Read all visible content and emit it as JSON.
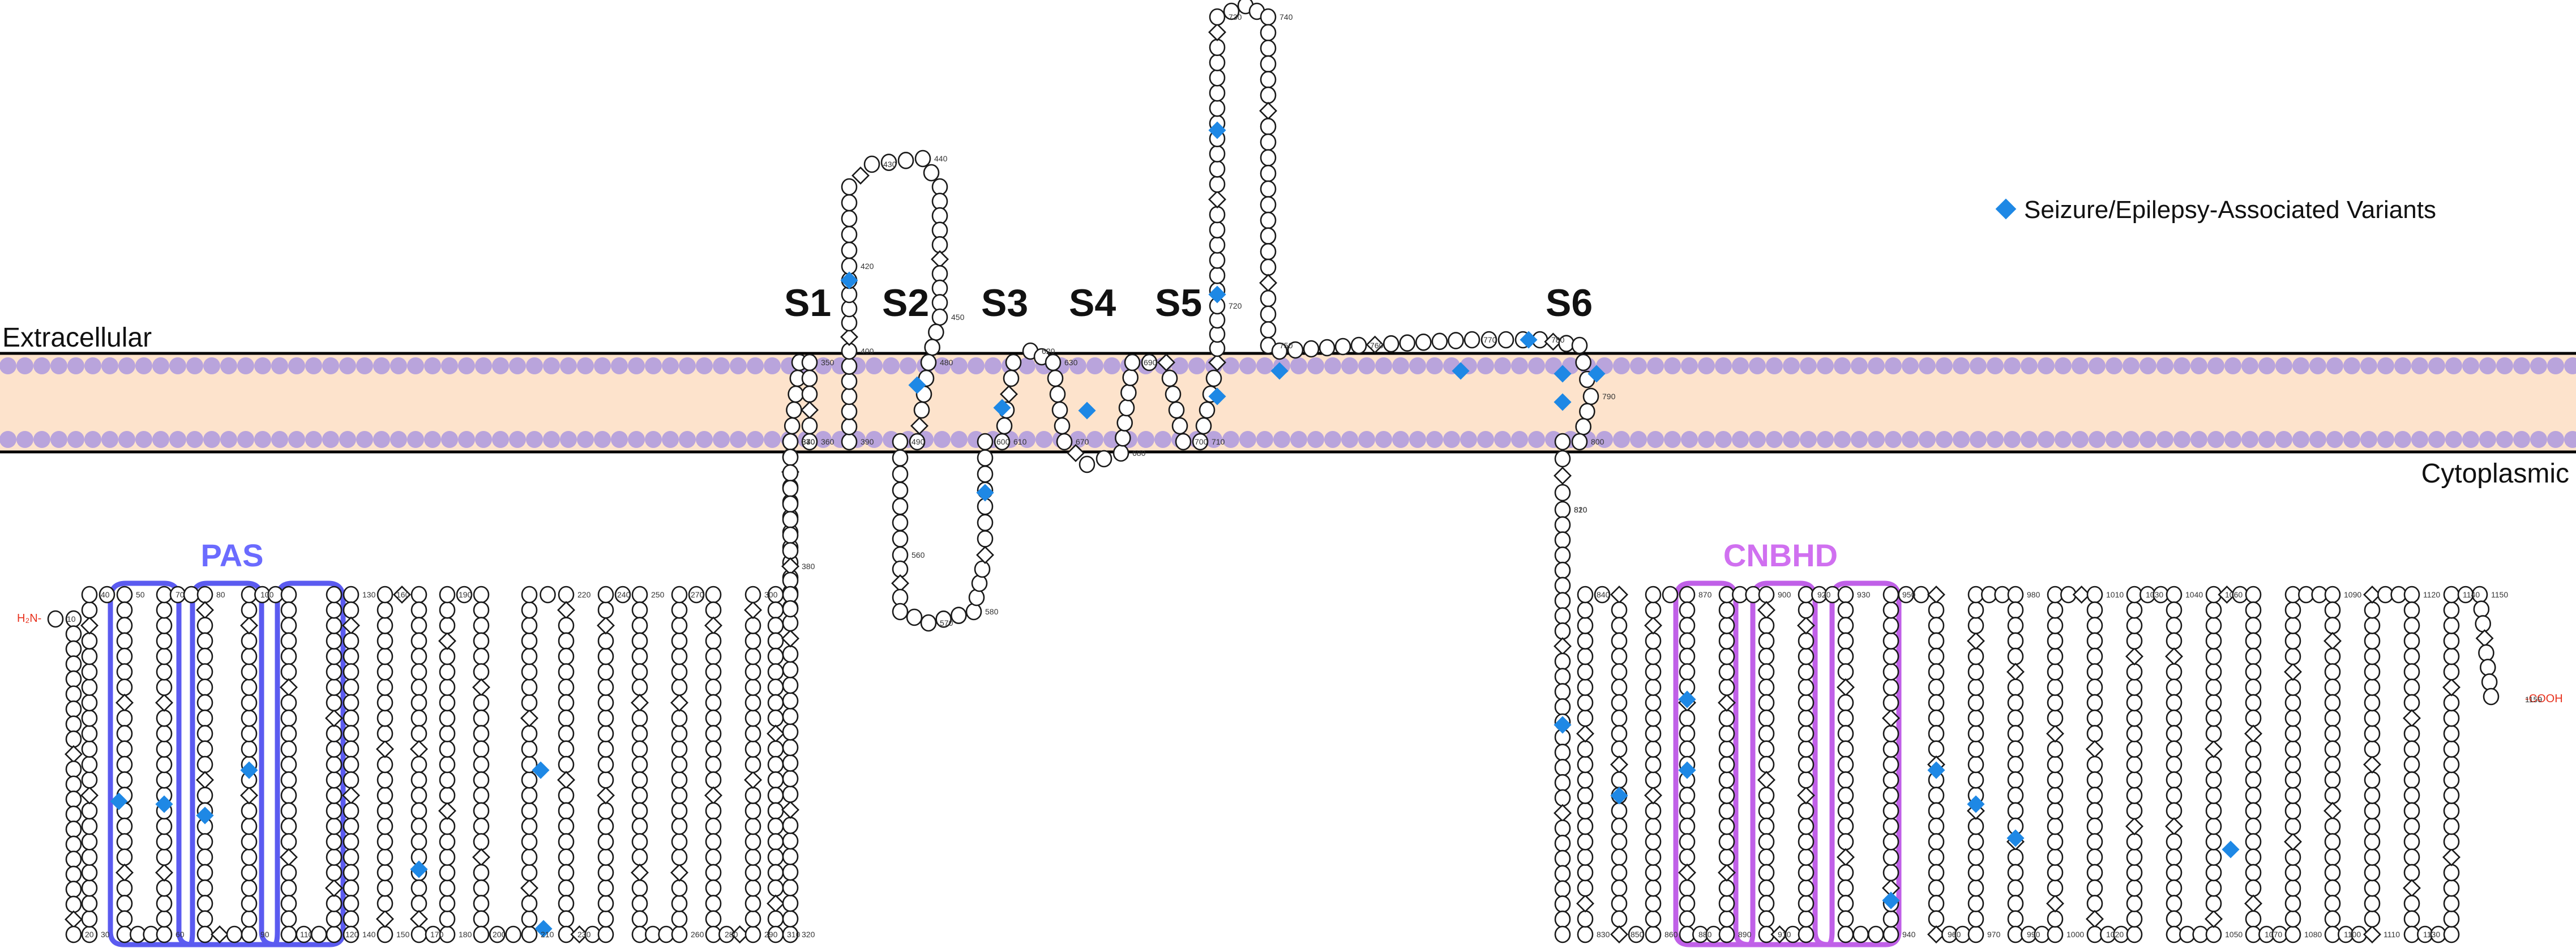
{
  "labels": {
    "extracellular": "Extracellular",
    "cytoplasmic": "Cytoplasmic",
    "segments": [
      "S1",
      "S2",
      "S3",
      "S4",
      "S5",
      "S6"
    ],
    "domains": {
      "pas": "PAS",
      "cnbhd": "CNBHD"
    },
    "n_terminus": "H₂N-",
    "c_terminus": "-COOH",
    "legend": "Seizure/Epilepsy-Associated Variants"
  },
  "residue_numbers": [
    "10",
    "20",
    "30",
    "40",
    "50",
    "60",
    "70",
    "80",
    "90",
    "100",
    "110",
    "120",
    "130",
    "140",
    "150",
    "160",
    "170",
    "180",
    "190",
    "200",
    "210",
    "220",
    "230",
    "240",
    "250",
    "260",
    "270",
    "280",
    "290",
    "300",
    "310",
    "320",
    "330",
    "340",
    "350",
    "360",
    "370",
    "380",
    "390",
    "400",
    "420",
    "430",
    "440",
    "450",
    "480",
    "490",
    "560",
    "570",
    "580",
    "600",
    "610",
    "620",
    "630",
    "670",
    "680",
    "690",
    "700",
    "710",
    "720",
    "730",
    "740",
    "750",
    "760",
    "770",
    "780",
    "790",
    "800",
    "810",
    "820",
    "830",
    "840",
    "850",
    "860",
    "870",
    "880",
    "890",
    "900",
    "910",
    "920",
    "930",
    "940",
    "950",
    "960",
    "970",
    "980",
    "990",
    "1000",
    "1010",
    "1020",
    "1030",
    "1040",
    "1050",
    "1060",
    "1070",
    "1080",
    "1090",
    "1100",
    "1110",
    "1120",
    "1130",
    "1140",
    "1150",
    "1159"
  ],
  "colors": {
    "variant_marker": "#1e88e5",
    "pas_outline": "#5b5bf0",
    "pas_text": "#6b6bff",
    "cnbhd_outline": "#c060e8",
    "cnbhd_text": "#d070f0",
    "terminus_text": "#e8301c",
    "lipid_head": "#b9a4dc",
    "membrane_core": "#fde3cc"
  },
  "icons": {
    "variant_marker": "diamond-icon",
    "residue": "circle-icon"
  }
}
